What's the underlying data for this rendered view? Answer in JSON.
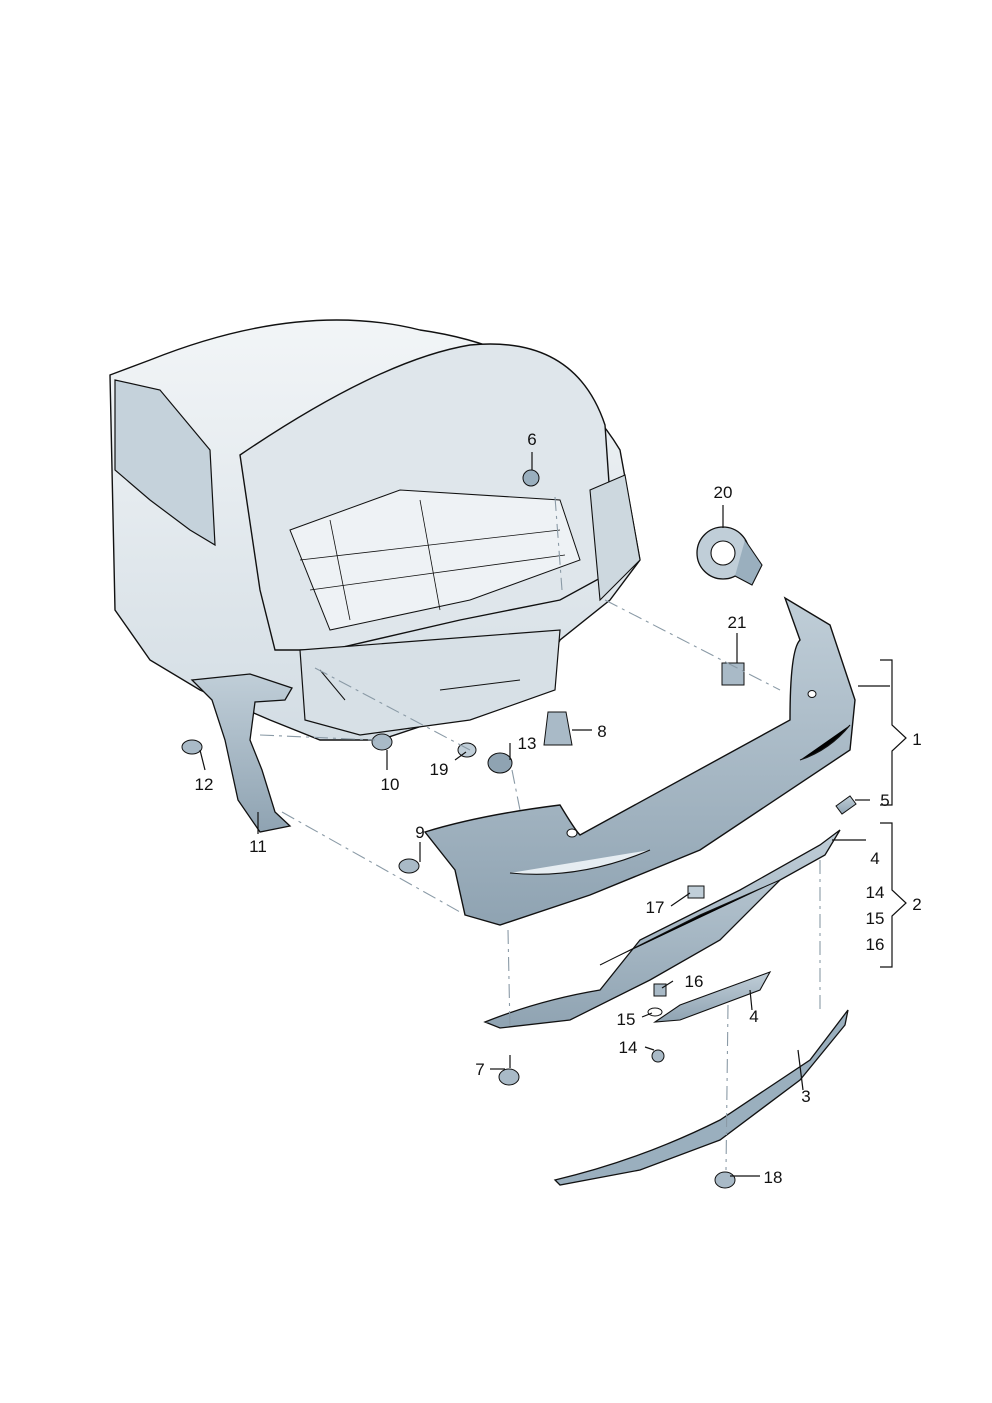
{
  "colors": {
    "part_fill": "#a9bac7",
    "part_dark": "#6f8596",
    "body_light": "#e8edf1",
    "body_mid": "#cfd9e0",
    "line": "#111111"
  },
  "callouts": {
    "c1": "1",
    "c2": "2",
    "c3": "3",
    "c4a": "4",
    "c4b": "4",
    "c5": "5",
    "c6": "6",
    "c7": "7",
    "c8": "8",
    "c9": "9",
    "c10": "10",
    "c11": "11",
    "c12": "12",
    "c13": "13",
    "c14a": "14",
    "c14b": "14",
    "c15a": "15",
    "c15b": "15",
    "c16a": "16",
    "c16b": "16",
    "c17": "17",
    "c18": "18",
    "c19": "19",
    "c20": "20",
    "c21": "21"
  }
}
